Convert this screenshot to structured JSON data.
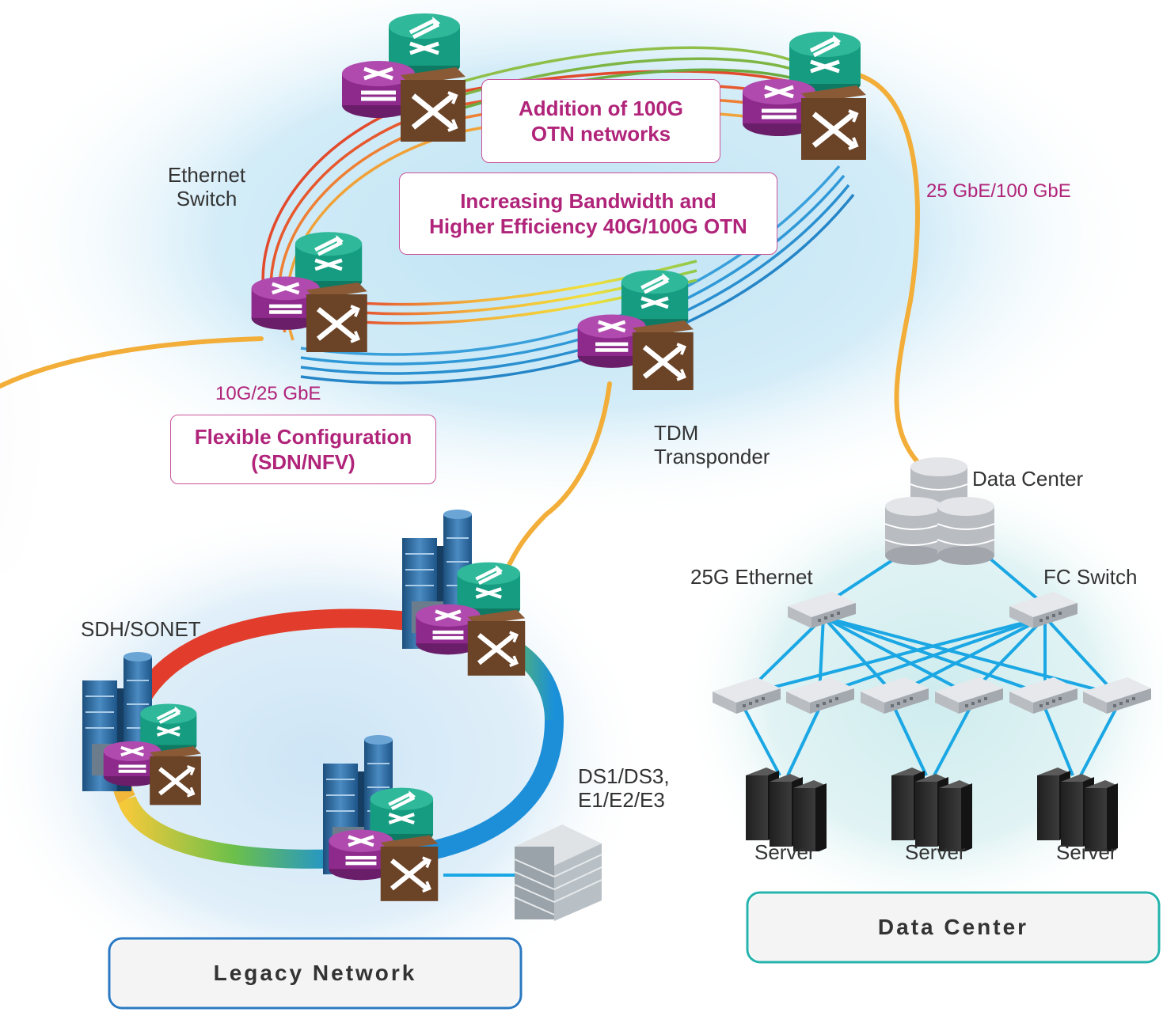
{
  "labels": {
    "ethernet_switch": [
      "Ethernet",
      "Switch"
    ],
    "tdm_transponder": [
      "TDM",
      "Transponder"
    ],
    "sdh_sonet": "SDH/SONET",
    "ds_e": [
      "DS1/DS3,",
      "E1/E2/E3"
    ],
    "data_center": "Data Center",
    "eth25g": "25G Ethernet",
    "fc_switch": "FC Switch",
    "server": "Server"
  },
  "rates": {
    "dc_link": "25 GbE/100 GbE",
    "access_link": "10G/25 GbE"
  },
  "callouts": {
    "otn_100g": [
      "Addition of 100G",
      "OTN networks"
    ],
    "bandwidth": [
      "Increasing Bandwidth and",
      "Higher Efficiency 40G/100G OTN"
    ],
    "sdn": [
      "Flexible Configuration",
      "(SDN/NFV)"
    ]
  },
  "sections": {
    "legacy": "Legacy Network",
    "datacenter": "Data Center"
  },
  "colors": {
    "link_orange": "#f2ae38",
    "dc_line": "#1aa7e4",
    "teal": "#169c80",
    "purple": "#8e2a8c",
    "brown": "#6b4326",
    "magenta_text": "#b0247a",
    "legacy_border": "#2a79c2",
    "dc_border": "#26b3ad"
  }
}
